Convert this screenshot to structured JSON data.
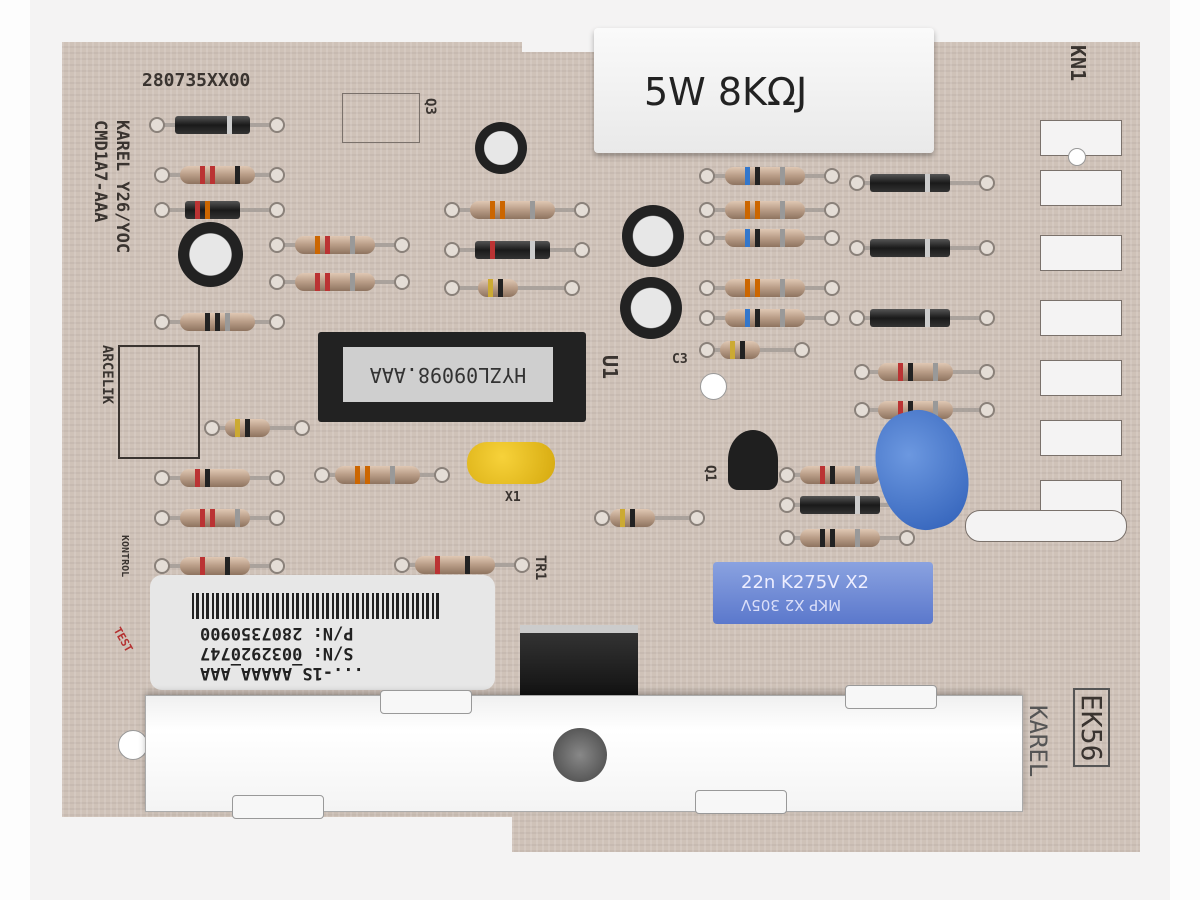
{
  "board": {
    "part_code": "280735XX00",
    "model_line1": "KAREL Y26/YOC",
    "model_line2": "CMD1A7-AAA",
    "brand": "ARCELIK",
    "connector": "KN1",
    "ic_ref": "U1",
    "ic_marking": "HYZL09098.AAA",
    "q3": "Q3",
    "q1": "Q1",
    "x1": "X1",
    "c3": "C3",
    "tr1": "TR1",
    "kontrol": "KONTROL",
    "test": "TEST",
    "bottom_code": "EK56",
    "bottom_brand": "KAREL"
  },
  "power_resistor": {
    "marking": "5W 8KΩJ"
  },
  "x2_capacitor": {
    "line1": "22n K275V X2",
    "line2": "MKP X2 305V"
  },
  "sticker": {
    "pn": "P/N: 2807350900",
    "sn": "S/N: 0032920747",
    "code": "...-1S_AAAAA_AAA"
  }
}
